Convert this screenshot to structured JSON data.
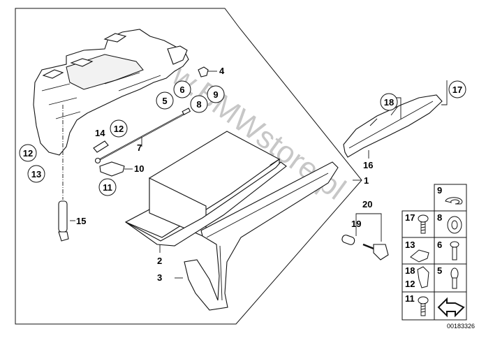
{
  "diagram": {
    "title": "Glove box parts diagram",
    "watermark": "www.BMWstore.pl",
    "document_id": "00183326",
    "callouts": {
      "p1": "1",
      "p2": "2",
      "p3": "3",
      "p4": "4",
      "p5": "5",
      "p6": "6",
      "p7": "7",
      "p8": "8",
      "p9": "9",
      "p10": "10",
      "p11": "11",
      "p12a": "12",
      "p12b": "12",
      "p13": "13",
      "p14": "14",
      "p15": "15",
      "p16": "16",
      "p17": "17",
      "p18": "18",
      "p19": "19",
      "p20": "20"
    },
    "legend": {
      "cells": [
        {
          "label": "9",
          "icon": "spring-clip-icon"
        },
        {
          "label": "17",
          "icon": "screw-icon"
        },
        {
          "label": "8",
          "icon": "nut-icon"
        },
        {
          "label": "13",
          "icon": "clip-nut-icon"
        },
        {
          "label": "6",
          "icon": "pin-icon"
        },
        {
          "label": "18",
          "label2": "12",
          "icon": "clamp-icon"
        },
        {
          "label": "5",
          "icon": "expanding-rivet-icon"
        },
        {
          "label": "11",
          "icon": "screw-icon"
        },
        {
          "label": "",
          "icon": "arrow-icon"
        }
      ]
    }
  }
}
